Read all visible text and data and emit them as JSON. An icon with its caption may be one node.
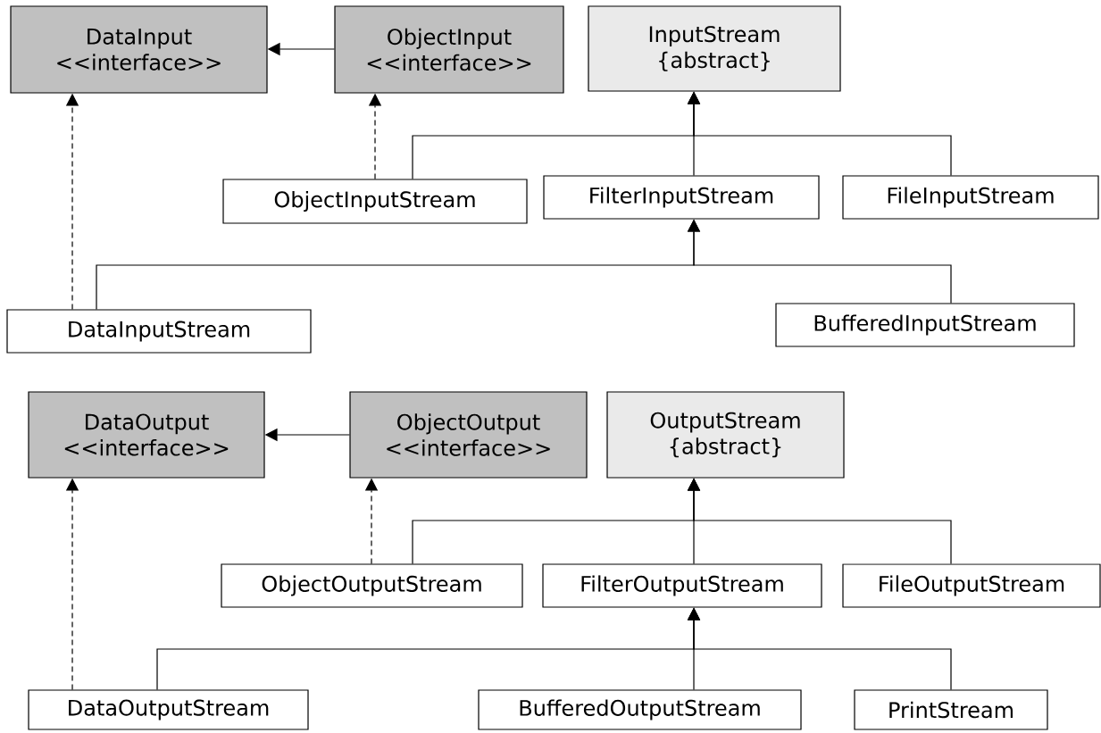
{
  "diagram": {
    "nodes": [
      {
        "text": [
          "DataInput",
          "<<interface>>"
        ]
      },
      {
        "text": [
          "ObjectInput",
          "<<interface>>"
        ]
      },
      {
        "text": [
          "InputStream",
          "{abstract}"
        ]
      },
      {
        "text": [
          "ObjectInputStream"
        ]
      },
      {
        "text": [
          "FilterInputStream"
        ]
      },
      {
        "text": [
          "FileInputStream"
        ]
      },
      {
        "text": [
          "DataInputStream"
        ]
      },
      {
        "text": [
          "BufferedInputStream"
        ]
      },
      {
        "text": [
          "DataOutput",
          "<<interface>>"
        ]
      },
      {
        "text": [
          "ObjectOutput",
          "<<interface>>"
        ]
      },
      {
        "text": [
          "OutputStream",
          "{abstract}"
        ]
      },
      {
        "text": [
          "ObjectOutputStream"
        ]
      },
      {
        "text": [
          "FilterOutputStream"
        ]
      },
      {
        "text": [
          "FileOutputStream"
        ]
      },
      {
        "text": [
          "DataOutputStream"
        ]
      },
      {
        "text": [
          "BufferedOutputStream"
        ]
      },
      {
        "text": [
          "PrintStream"
        ]
      }
    ],
    "edges": [
      {
        "from": 1,
        "to": 0,
        "arrow": "to"
      },
      {
        "from": 3,
        "to": 1,
        "arrow": "to",
        "style": "dashed"
      },
      {
        "from": 3,
        "to": 2,
        "arrow": "to"
      },
      {
        "from": 4,
        "to": 2,
        "arrow": "to"
      },
      {
        "from": 5,
        "to": 2,
        "arrow": "to"
      },
      {
        "from": 6,
        "to": 0,
        "arrow": "to",
        "style": "dashed"
      },
      {
        "from": 6,
        "to": 4,
        "arrow": "to"
      },
      {
        "from": 7,
        "to": 4,
        "arrow": "to"
      },
      {
        "from": 9,
        "to": 8,
        "arrow": "to"
      },
      {
        "from": 11,
        "to": 9,
        "arrow": "to",
        "style": "dashed"
      },
      {
        "from": 11,
        "to": 10,
        "arrow": "to"
      },
      {
        "from": 12,
        "to": 10,
        "arrow": "to"
      },
      {
        "from": 13,
        "to": 10,
        "arrow": "to"
      },
      {
        "from": 14,
        "to": 8,
        "arrow": "to",
        "style": "dashed"
      },
      {
        "from": 14,
        "to": 12,
        "arrow": "to"
      },
      {
        "from": 15,
        "to": 12,
        "arrow": "to"
      },
      {
        "from": 16,
        "to": 12,
        "arrow": "to"
      }
    ]
  }
}
